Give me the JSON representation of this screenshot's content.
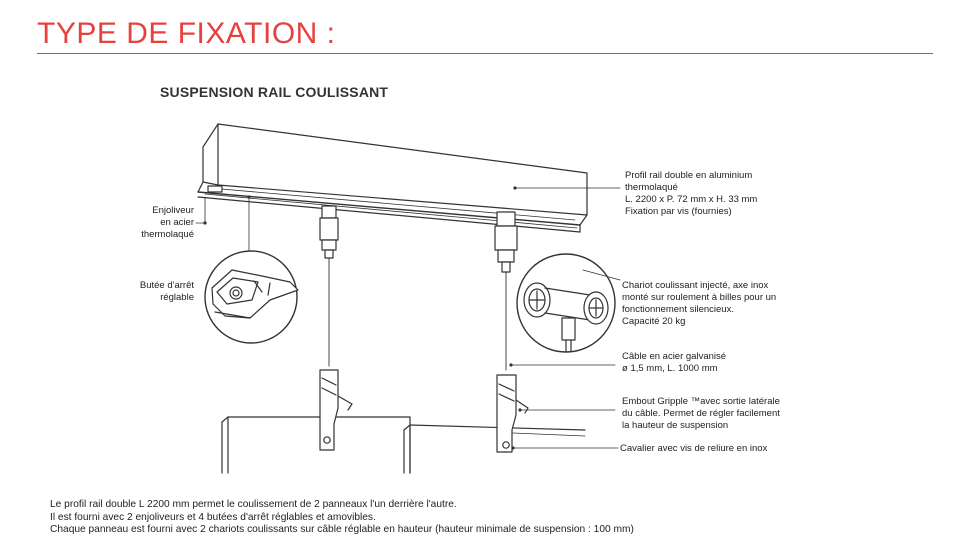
{
  "title": "TYPE DE FIXATION :",
  "subtitle": "SUSPENSION RAIL COULISSANT",
  "colors": {
    "accent": "#e5423f",
    "line": "#333333"
  },
  "labels": {
    "enjoliveur": [
      "Enjoliveur",
      "en acier",
      "thermolaqué"
    ],
    "butee": [
      "Butée d'arrêt",
      "réglable"
    ],
    "profil": [
      "Profil rail double en aluminium",
      "thermolaqué",
      "L. 2200 x P.  72 mm x H. 33 mm",
      "Fixation par vis (fournies)"
    ],
    "chariot": [
      "Chariot coulissant injecté, axe inox",
      "monté sur roulement à billes pour un",
      "fonctionnement silencieux.",
      "Capacité 20 kg"
    ],
    "cable": [
      "Câble en acier galvanisé",
      "ø 1,5 mm, L. 1000 mm"
    ],
    "embout": [
      "Embout Gripple ™avec sortie latérale",
      "du câble. Permet de régler facilement",
      "la hauteur de suspension"
    ],
    "cavalier": [
      "Cavalier avec vis de reliure en inox"
    ]
  },
  "footer": [
    "Le profil rail double L 2200 mm permet le coulissement de 2 panneaux l'un derrière l'autre.",
    "Il est fourni avec  2 enjoliveurs et 4 butées d'arrêt réglables et amovibles.",
    "Chaque panneau est fourni avec 2 chariots coulissants sur câble réglable en hauteur (hauteur minimale de suspension : 100 mm)"
  ]
}
